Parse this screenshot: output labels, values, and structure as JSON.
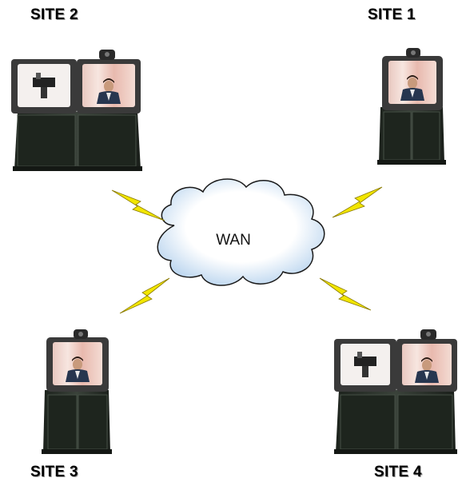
{
  "sites": [
    {
      "id": "site2",
      "label": "SITE 2",
      "units": 2
    },
    {
      "id": "site1",
      "label": "SITE 1",
      "units": 1
    },
    {
      "id": "site3",
      "label": "SITE 3",
      "units": 1
    },
    {
      "id": "site4",
      "label": "SITE 4",
      "units": 2
    }
  ],
  "network": {
    "label": "WAN"
  },
  "colors": {
    "cloud_fill": "#ffffff",
    "cloud_shade": "#b7d3ee",
    "lightning": "#f2e600",
    "cabinet": "#2a302a",
    "tv_body": "#3a3a3a",
    "screen_bg": "#f0d8d0"
  }
}
